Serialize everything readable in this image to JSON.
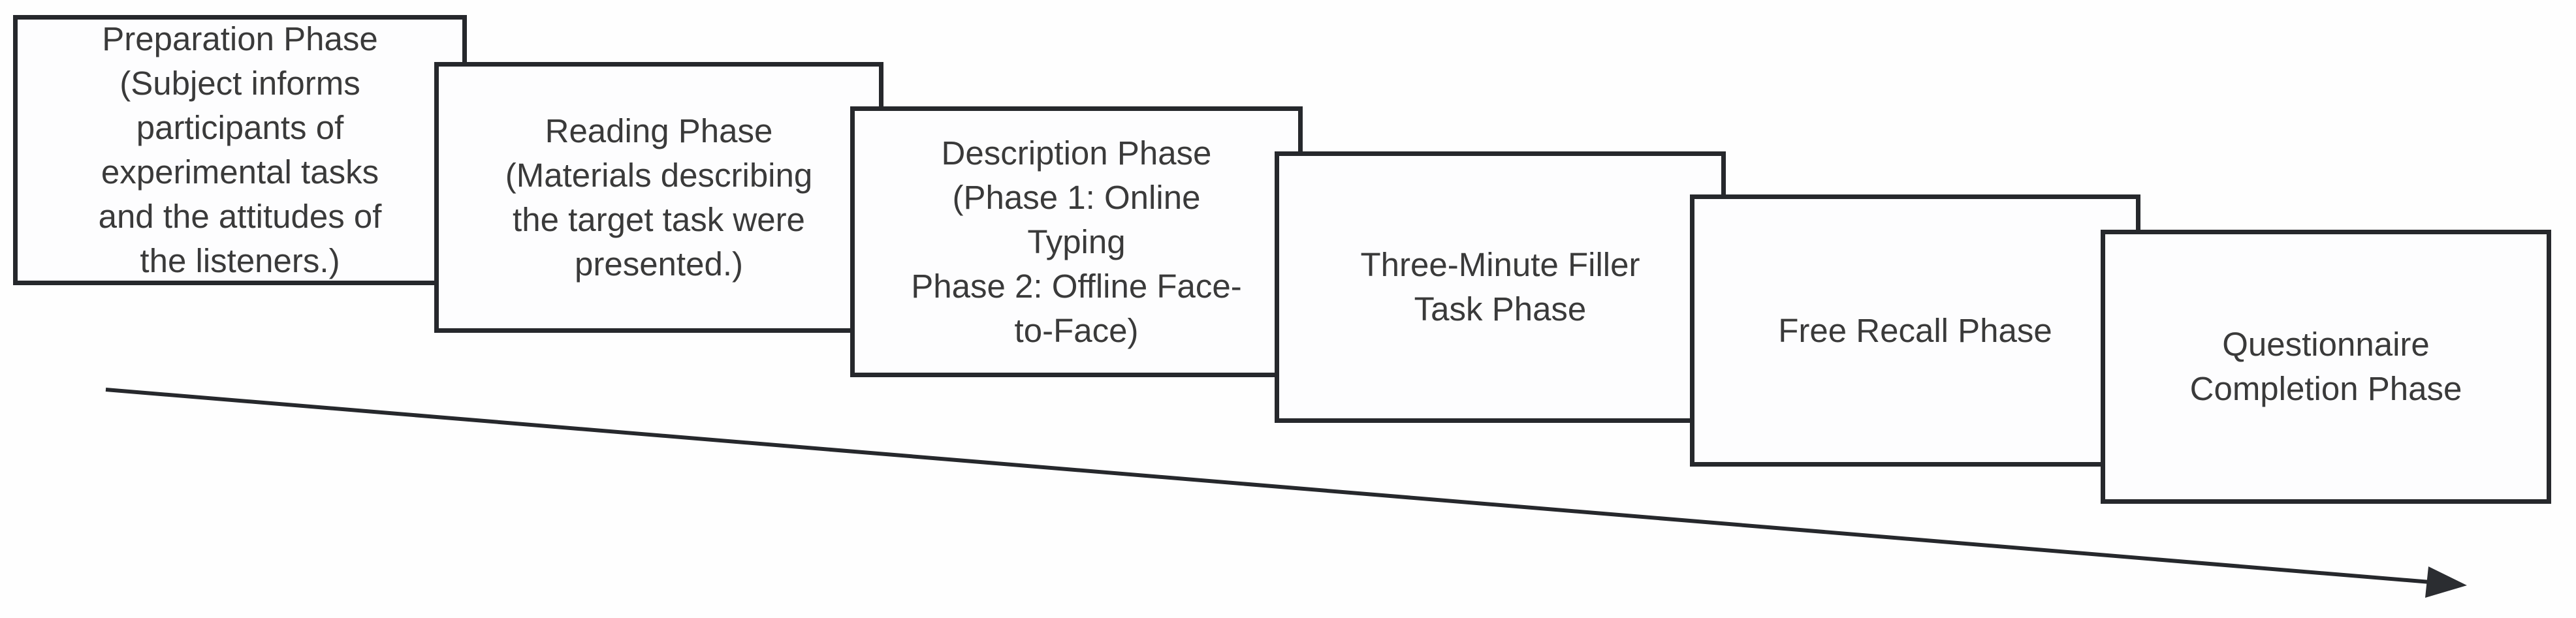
{
  "colors": {
    "box_border": "#26282c",
    "box_fill": "#fdfdfe",
    "text": "#3a3a3a",
    "arrow": "#26282c",
    "background": "#ffffff"
  },
  "diagram": {
    "type": "cascading-flow",
    "direction": "top-left to bottom-right",
    "phases": [
      {
        "name": "preparation-phase",
        "label": "Preparation Phase\n(Subject informs\nparticipants of\nexperimental tasks\nand the attitudes of\nthe listeners.)"
      },
      {
        "name": "reading-phase",
        "label": "Reading Phase\n(Materials describing\nthe target task were\npresented.)"
      },
      {
        "name": "description-phase",
        "label": "Description Phase\n(Phase 1: Online\nTyping\nPhase 2: Offline Face-\nto-Face)"
      },
      {
        "name": "filler-task-phase",
        "label": "Three-Minute Filler\nTask Phase"
      },
      {
        "name": "free-recall-phase",
        "label": "Free Recall Phase"
      },
      {
        "name": "questionnaire-phase",
        "label": "Questionnaire\nCompletion Phase"
      }
    ],
    "arrow": {
      "semantic": "sequence-timeline",
      "points_from": "below first phase box",
      "points_to": "lower right, below last phase box"
    }
  }
}
